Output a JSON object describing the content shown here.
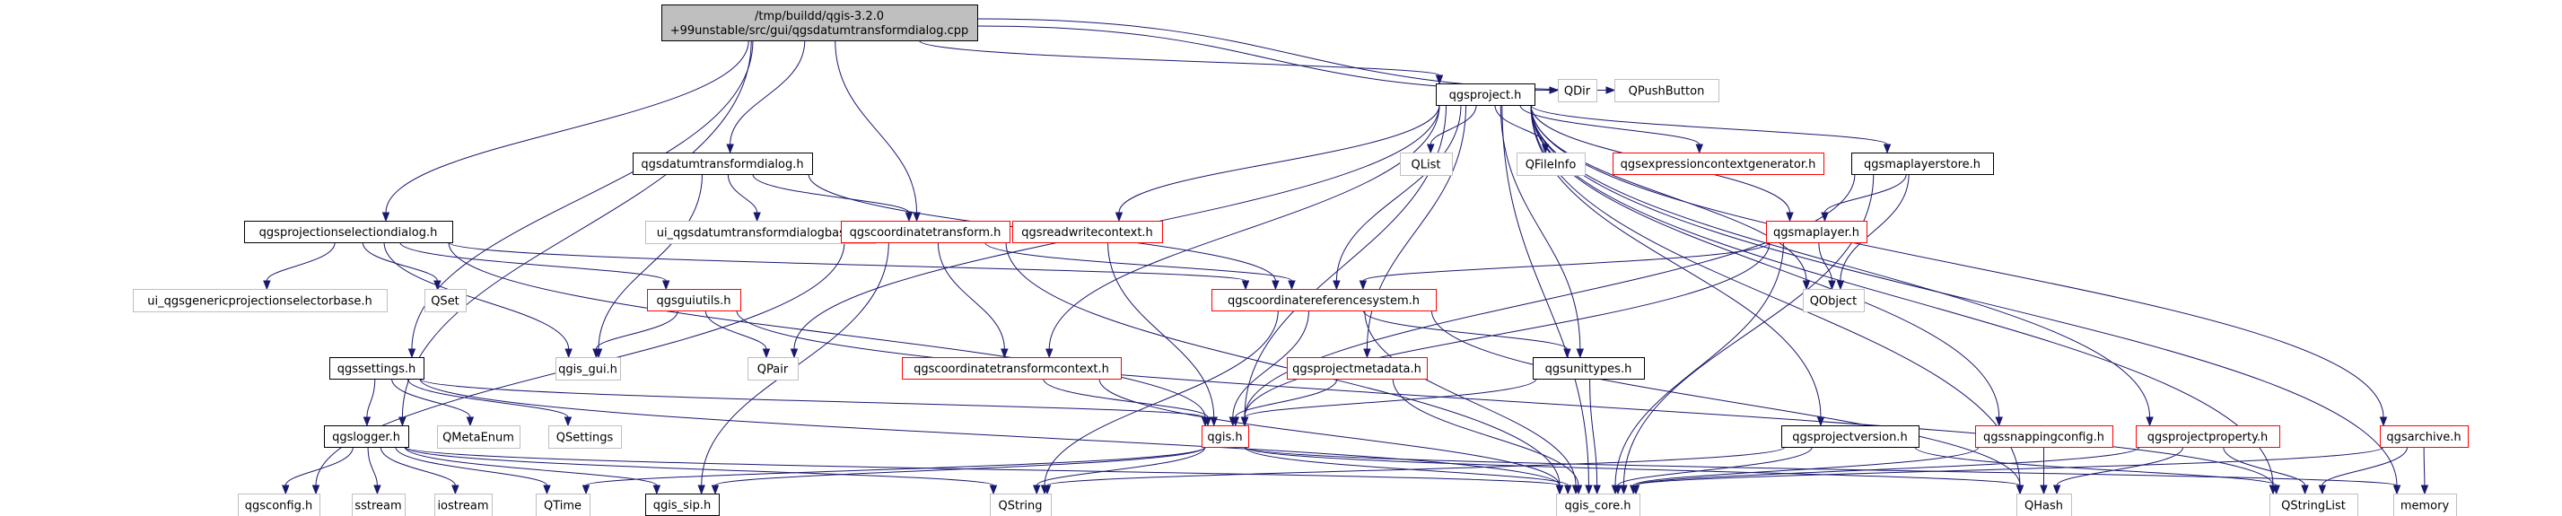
{
  "graph": {
    "colors": {
      "edge": "#191970",
      "root_fill": "#bfbfbf",
      "node_fill": "#ffffff",
      "header_border": "#000000",
      "red_border": "#ff0000",
      "external_border": "#bfbfbf",
      "text": "#000000"
    },
    "nodes": [
      {
        "id": "root",
        "kind": "root",
        "lines": [
          "/tmp/buildd/qgis-3.2.0",
          "+99unstable/src/gui/qgsdatumtransformdialog.cpp"
        ]
      },
      {
        "id": "qdir",
        "kind": "external",
        "lines": [
          "QDir"
        ]
      },
      {
        "id": "qpushbutton",
        "kind": "external",
        "lines": [
          "QPushButton"
        ]
      },
      {
        "id": "qgsproject",
        "kind": "header",
        "lines": [
          "qgsproject.h"
        ]
      },
      {
        "id": "qgsdatumtransformdialog",
        "kind": "header",
        "lines": [
          "qgsdatumtransformdialog.h"
        ]
      },
      {
        "id": "qlist",
        "kind": "external",
        "lines": [
          "QList"
        ]
      },
      {
        "id": "qfileinfo",
        "kind": "external",
        "lines": [
          "QFileInfo"
        ]
      },
      {
        "id": "qgsexpressioncontextgenerator",
        "kind": "red",
        "lines": [
          "qgsexpressioncontextgenerator.h"
        ]
      },
      {
        "id": "qgsmaplayerstore",
        "kind": "header",
        "lines": [
          "qgsmaplayerstore.h"
        ]
      },
      {
        "id": "qgsprojectionselectiondialog",
        "kind": "header",
        "lines": [
          "qgsprojectionselectiondialog.h"
        ]
      },
      {
        "id": "ui_datumbase",
        "kind": "external",
        "lines": [
          "ui_qgsdatumtransformdialogbase.h"
        ]
      },
      {
        "id": "qgscoordinatetransform",
        "kind": "red",
        "lines": [
          "qgscoordinatetransform.h"
        ]
      },
      {
        "id": "qgsreadwritecontext",
        "kind": "red",
        "lines": [
          "qgsreadwritecontext.h"
        ]
      },
      {
        "id": "qgsmaplayer",
        "kind": "red",
        "lines": [
          "qgsmaplayer.h"
        ]
      },
      {
        "id": "ui_genericbase",
        "kind": "external",
        "lines": [
          "ui_qgsgenericprojectionselectorbase.h"
        ]
      },
      {
        "id": "qset",
        "kind": "external",
        "lines": [
          "QSet"
        ]
      },
      {
        "id": "qgsguiutils",
        "kind": "red",
        "lines": [
          "qgsguiutils.h"
        ]
      },
      {
        "id": "qgscrs",
        "kind": "red",
        "lines": [
          "qgscoordinatereferencesystem.h"
        ]
      },
      {
        "id": "qobject",
        "kind": "external",
        "lines": [
          "QObject"
        ]
      },
      {
        "id": "qgis_gui",
        "kind": "external",
        "lines": [
          "qgis_gui.h"
        ]
      },
      {
        "id": "qpair",
        "kind": "external",
        "lines": [
          "QPair"
        ]
      },
      {
        "id": "qgssettings",
        "kind": "header",
        "lines": [
          "qgssettings.h"
        ]
      },
      {
        "id": "qgsctcontext",
        "kind": "red",
        "lines": [
          "qgscoordinatetransformcontext.h"
        ]
      },
      {
        "id": "qgsprojectmetadata",
        "kind": "red",
        "lines": [
          "qgsprojectmetadata.h"
        ]
      },
      {
        "id": "qgsunittypes",
        "kind": "header",
        "lines": [
          "qgsunittypes.h"
        ]
      },
      {
        "id": "qgslogger",
        "kind": "header",
        "lines": [
          "qgslogger.h"
        ]
      },
      {
        "id": "qmetaenum",
        "kind": "external",
        "lines": [
          "QMetaEnum"
        ]
      },
      {
        "id": "qsettings",
        "kind": "external",
        "lines": [
          "QSettings"
        ]
      },
      {
        "id": "qgis",
        "kind": "red",
        "lines": [
          "qgis.h"
        ]
      },
      {
        "id": "qgsprojectversion",
        "kind": "header",
        "lines": [
          "qgsprojectversion.h"
        ]
      },
      {
        "id": "qgssnappingconfig",
        "kind": "red",
        "lines": [
          "qgssnappingconfig.h"
        ]
      },
      {
        "id": "qgsprojectproperty",
        "kind": "red",
        "lines": [
          "qgsprojectproperty.h"
        ]
      },
      {
        "id": "qgsarchive",
        "kind": "red",
        "lines": [
          "qgsarchive.h"
        ]
      },
      {
        "id": "qgsconfig",
        "kind": "external",
        "lines": [
          "qgsconfig.h"
        ]
      },
      {
        "id": "sstream",
        "kind": "external",
        "lines": [
          "sstream"
        ]
      },
      {
        "id": "iostream",
        "kind": "external",
        "lines": [
          "iostream"
        ]
      },
      {
        "id": "qtime",
        "kind": "external",
        "lines": [
          "QTime"
        ]
      },
      {
        "id": "qgis_sip",
        "kind": "header",
        "lines": [
          "qgis_sip.h"
        ]
      },
      {
        "id": "qstring",
        "kind": "external",
        "lines": [
          "QString"
        ]
      },
      {
        "id": "qgis_core",
        "kind": "external",
        "lines": [
          "qgis_core.h"
        ]
      },
      {
        "id": "qhash",
        "kind": "external",
        "lines": [
          "QHash"
        ]
      },
      {
        "id": "qstringlist",
        "kind": "external",
        "lines": [
          "QStringList"
        ]
      },
      {
        "id": "memory",
        "kind": "external",
        "lines": [
          "memory"
        ]
      }
    ],
    "edges": [
      [
        "root",
        "qdir"
      ],
      [
        "root",
        "qpushbutton"
      ],
      [
        "root",
        "qgsproject"
      ],
      [
        "root",
        "qgsdatumtransformdialog"
      ],
      [
        "root",
        "qgsprojectionselectiondialog"
      ],
      [
        "root",
        "qgscoordinatetransform"
      ],
      [
        "root",
        "qgssettings"
      ],
      [
        "root",
        "qgslogger"
      ],
      [
        "qgsproject",
        "qlist"
      ],
      [
        "qgsproject",
        "qfileinfo"
      ],
      [
        "qgsproject",
        "qgsexpressioncontextgenerator"
      ],
      [
        "qgsproject",
        "qgsmaplayerstore"
      ],
      [
        "qgsproject",
        "qgsreadwritecontext"
      ],
      [
        "qgsproject",
        "qgsmaplayer"
      ],
      [
        "qgsproject",
        "qgscrs"
      ],
      [
        "qgsproject",
        "qobject"
      ],
      [
        "qgsproject",
        "qpair"
      ],
      [
        "qgsproject",
        "qgsctcontext"
      ],
      [
        "qgsproject",
        "qgsprojectmetadata"
      ],
      [
        "qgsproject",
        "qgsunittypes"
      ],
      [
        "qgsproject",
        "qgis"
      ],
      [
        "qgsproject",
        "qgsprojectversion"
      ],
      [
        "qgsproject",
        "qgssnappingconfig"
      ],
      [
        "qgsproject",
        "qgsprojectproperty"
      ],
      [
        "qgsproject",
        "qgsarchive"
      ],
      [
        "qgsproject",
        "qgis_core"
      ],
      [
        "qgsproject",
        "qhash"
      ],
      [
        "qgsproject",
        "qstringlist"
      ],
      [
        "qgsproject",
        "memory"
      ],
      [
        "qgsdatumtransformdialog",
        "ui_datumbase"
      ],
      [
        "qgsdatumtransformdialog",
        "qgscoordinatetransform"
      ],
      [
        "qgsdatumtransformdialog",
        "qgscrs"
      ],
      [
        "qgsdatumtransformdialog",
        "qgis_gui"
      ],
      [
        "qgsprojectionselectiondialog",
        "ui_genericbase"
      ],
      [
        "qgsprojectionselectiondialog",
        "qset"
      ],
      [
        "qgsprojectionselectiondialog",
        "qgsguiutils"
      ],
      [
        "qgsprojectionselectiondialog",
        "qgscrs"
      ],
      [
        "qgsprojectionselectiondialog",
        "qgis_gui"
      ],
      [
        "qgsprojectionselectiondialog",
        "qgis"
      ],
      [
        "qgscoordinatetransform",
        "qgscrs"
      ],
      [
        "qgscoordinatetransform",
        "qgsctcontext"
      ],
      [
        "qgscoordinatetransform",
        "qgsconfig"
      ],
      [
        "qgscoordinatetransform",
        "qgis_core"
      ],
      [
        "qgscoordinatetransform",
        "qgis_sip"
      ],
      [
        "qgsreadwritecontext",
        "qgis"
      ],
      [
        "qgsmaplayerstore",
        "qgsmaplayer"
      ],
      [
        "qgsmaplayerstore",
        "qobject"
      ],
      [
        "qgsmaplayerstore",
        "qgis"
      ],
      [
        "qgsmaplayerstore",
        "qgis_core"
      ],
      [
        "qgsmaplayer",
        "qobject"
      ],
      [
        "qgsmaplayer",
        "qgscrs"
      ],
      [
        "qgsmaplayer",
        "qgis"
      ],
      [
        "qgsmaplayer",
        "qgis_core"
      ],
      [
        "qgsguiutils",
        "qgis_gui"
      ],
      [
        "qgsguiutils",
        "qpair"
      ],
      [
        "qgsguiutils",
        "qstringlist"
      ],
      [
        "qgscrs",
        "qgis"
      ],
      [
        "qgscrs",
        "qgsunittypes"
      ],
      [
        "qgscrs",
        "qgis_core"
      ],
      [
        "qgscrs",
        "qstring"
      ],
      [
        "qgscrs",
        "qhash"
      ],
      [
        "qgssettings",
        "qgslogger"
      ],
      [
        "qgssettings",
        "qmetaenum"
      ],
      [
        "qgssettings",
        "qsettings"
      ],
      [
        "qgssettings",
        "qgis"
      ],
      [
        "qgssettings",
        "qgis_core"
      ],
      [
        "qgsctcontext",
        "qgis"
      ],
      [
        "qgsctcontext",
        "qgis_core"
      ],
      [
        "qgsprojectmetadata",
        "qgis"
      ],
      [
        "qgsprojectmetadata",
        "qgis_core"
      ],
      [
        "qgsunittypes",
        "qgis"
      ],
      [
        "qgsunittypes",
        "qgis_core"
      ],
      [
        "qgslogger",
        "qgsconfig"
      ],
      [
        "qgslogger",
        "sstream"
      ],
      [
        "qgslogger",
        "iostream"
      ],
      [
        "qgslogger",
        "qtime"
      ],
      [
        "qgslogger",
        "qgis_sip"
      ],
      [
        "qgslogger",
        "qstring"
      ],
      [
        "qgslogger",
        "qgis_core"
      ],
      [
        "qgis",
        "qtime"
      ],
      [
        "qgis",
        "qgis_sip"
      ],
      [
        "qgis",
        "qstring"
      ],
      [
        "qgis",
        "qgis_core"
      ],
      [
        "qgis",
        "qhash"
      ],
      [
        "qgis",
        "memory"
      ],
      [
        "qgsprojectversion",
        "qgis_core"
      ],
      [
        "qgsprojectversion",
        "qstring"
      ],
      [
        "qgsprojectversion",
        "qstringlist"
      ],
      [
        "qgssnappingconfig",
        "qgis_core"
      ],
      [
        "qgssnappingconfig",
        "qhash"
      ],
      [
        "qgsprojectproperty",
        "qgis_core"
      ],
      [
        "qgsprojectproperty",
        "qhash"
      ],
      [
        "qgsprojectproperty",
        "qstringlist"
      ],
      [
        "qgsarchive",
        "qgis_core"
      ],
      [
        "qgsarchive",
        "qstringlist"
      ],
      [
        "qgsarchive",
        "memory"
      ]
    ]
  }
}
